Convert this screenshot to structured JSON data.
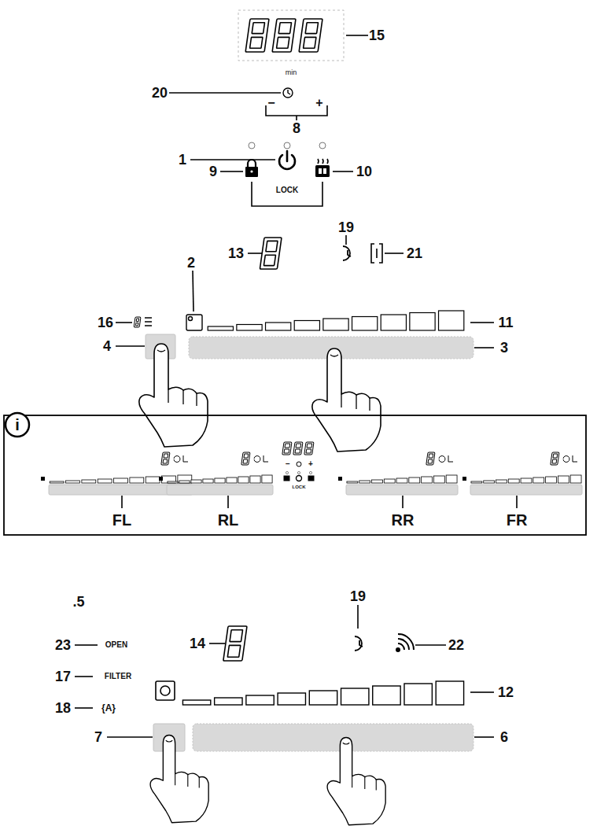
{
  "diagram": {
    "labels": [
      "15",
      "min",
      "20",
      "−",
      "+",
      "8",
      "1",
      "9",
      "10",
      "LOCK",
      "19",
      "13",
      "21",
      "2",
      "16",
      "11",
      "4",
      "3",
      "i",
      "FL",
      "RL",
      "RR",
      "FR",
      "−",
      "+",
      "LOCK",
      ".5",
      "19",
      "23",
      "OPEN",
      "14",
      "22",
      "17",
      "FILTER",
      "18",
      "{A}",
      "12",
      "7",
      "6"
    ]
  }
}
